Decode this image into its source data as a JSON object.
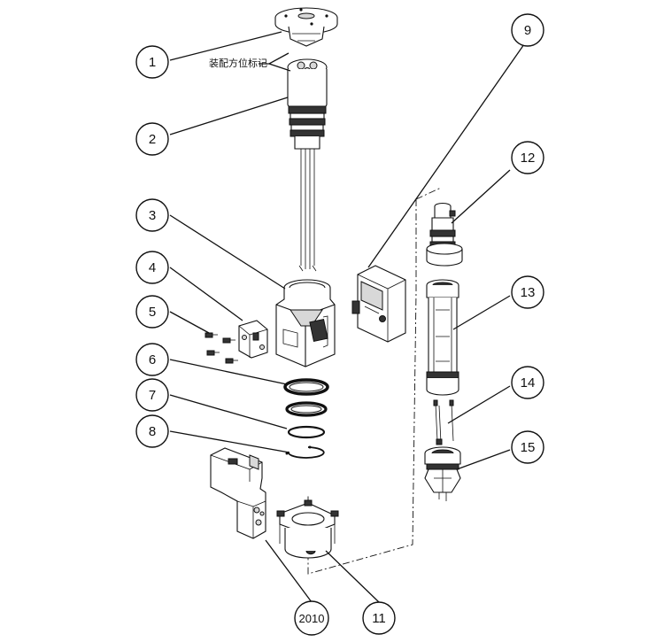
{
  "diagram": {
    "title": "Exploded assembly view",
    "assembly_note": "装配方位标记",
    "balloons": [
      {
        "id": "b1",
        "label": "1"
      },
      {
        "id": "b2",
        "label": "2"
      },
      {
        "id": "b3",
        "label": "3"
      },
      {
        "id": "b4",
        "label": "4"
      },
      {
        "id": "b5",
        "label": "5"
      },
      {
        "id": "b6",
        "label": "6"
      },
      {
        "id": "b7",
        "label": "7"
      },
      {
        "id": "b8",
        "label": "8"
      },
      {
        "id": "b9",
        "label": "9"
      },
      {
        "id": "b11",
        "label": "11"
      },
      {
        "id": "b12",
        "label": "12"
      },
      {
        "id": "b13",
        "label": "13"
      },
      {
        "id": "b14",
        "label": "14"
      },
      {
        "id": "b15",
        "label": "15"
      },
      {
        "id": "b2010",
        "label": "2010"
      }
    ]
  }
}
